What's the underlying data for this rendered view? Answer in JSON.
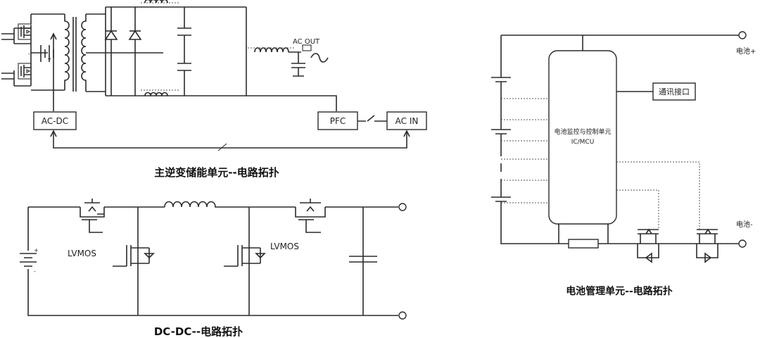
{
  "inverter": {
    "title": "主逆变储能单元--电路拓扑",
    "ac_dc": "AC-DC",
    "pfc": "PFC",
    "ac_in": "AC IN",
    "ac_out": "AC OUT"
  },
  "dcdc": {
    "title": "DC-DC--电路拓扑",
    "lvmos_left": "LVMOS",
    "lvmos_right": "LVMOS"
  },
  "bms": {
    "title": "电池管理单元--电路拓扑",
    "mcu_line1": "电池监控与控制单元",
    "mcu_line2": "IC/MCU",
    "comm": "通讯接口",
    "bat_pos": "电池+",
    "bat_neg": "电池-"
  }
}
